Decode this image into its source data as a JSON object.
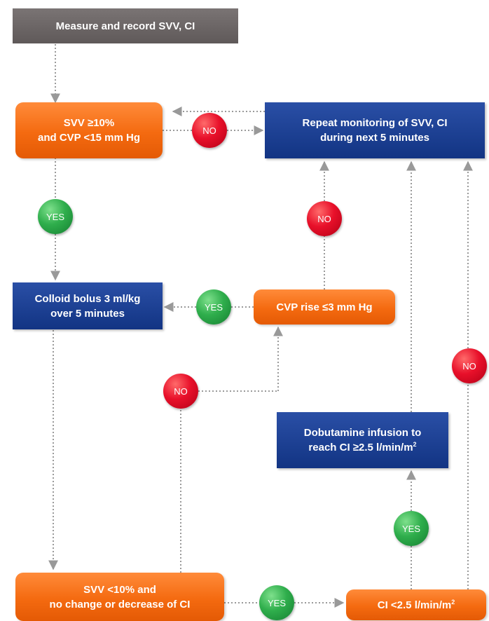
{
  "boxes": {
    "measure": {
      "text": "Measure and record SVV, CI"
    },
    "svv_cvp": {
      "line1": "SVV ≥10%",
      "line2": "and CVP <15 mm Hg"
    },
    "repeat_monitoring": {
      "line1": "Repeat monitoring of SVV, CI",
      "line2": "during next 5 minutes"
    },
    "colloid_bolus": {
      "line1": "Colloid bolus 3 ml/kg",
      "line2": "over 5 minutes"
    },
    "cvp_rise": {
      "text": "CVP rise ≤3 mm Hg"
    },
    "dobutamine": {
      "line1": "Dobutamine infusion to",
      "line2_prefix": "reach CI ≥2.5 l/min/m",
      "line2_sup": "2"
    },
    "svv_no_change": {
      "line1": "SVV <10% and",
      "line2": "no change or decrease of CI"
    },
    "ci_low": {
      "prefix": "CI <2.5 l/min/m",
      "sup": "2"
    }
  },
  "decisions": {
    "no_right": "NO",
    "yes_down": "YES",
    "no_up": "NO",
    "yes_left": "YES",
    "no_mid": "NO",
    "no_far_right": "NO",
    "yes_up": "YES",
    "yes_bottom": "YES"
  },
  "colors": {
    "orange": "#f46a10",
    "blue": "#123483",
    "gray": "#666060",
    "no_red": "#e8102a",
    "yes_green": "#2fae4c",
    "connector": "#9a9a9a"
  }
}
